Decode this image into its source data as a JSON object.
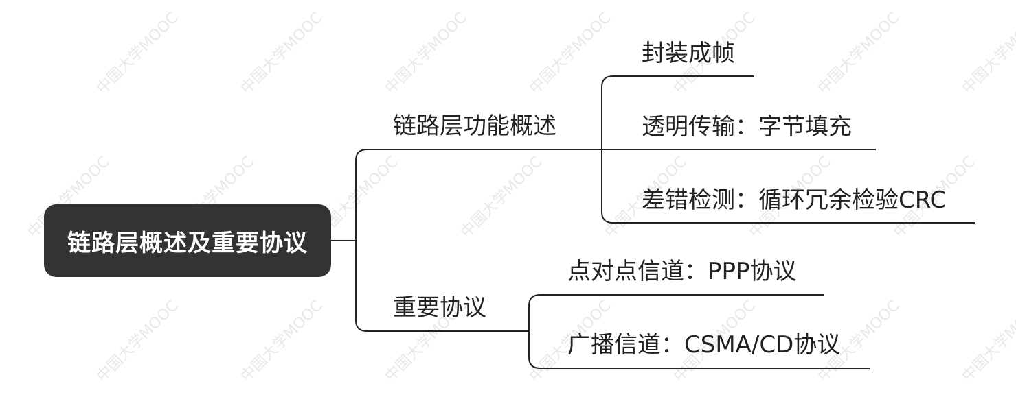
{
  "watermark": "中国大学MOOC",
  "line_color": "#222222",
  "root": {
    "label": "链路层概述及重要协议"
  },
  "branches": [
    {
      "label": "链路层功能概述",
      "children": [
        "封装成帧",
        "透明传输：字节填充",
        "差错检测：循环冗余检验CRC"
      ]
    },
    {
      "label": "重要协议",
      "children": [
        "点对点信道：PPP协议",
        "广播信道：CSMA/CD协议"
      ]
    }
  ]
}
